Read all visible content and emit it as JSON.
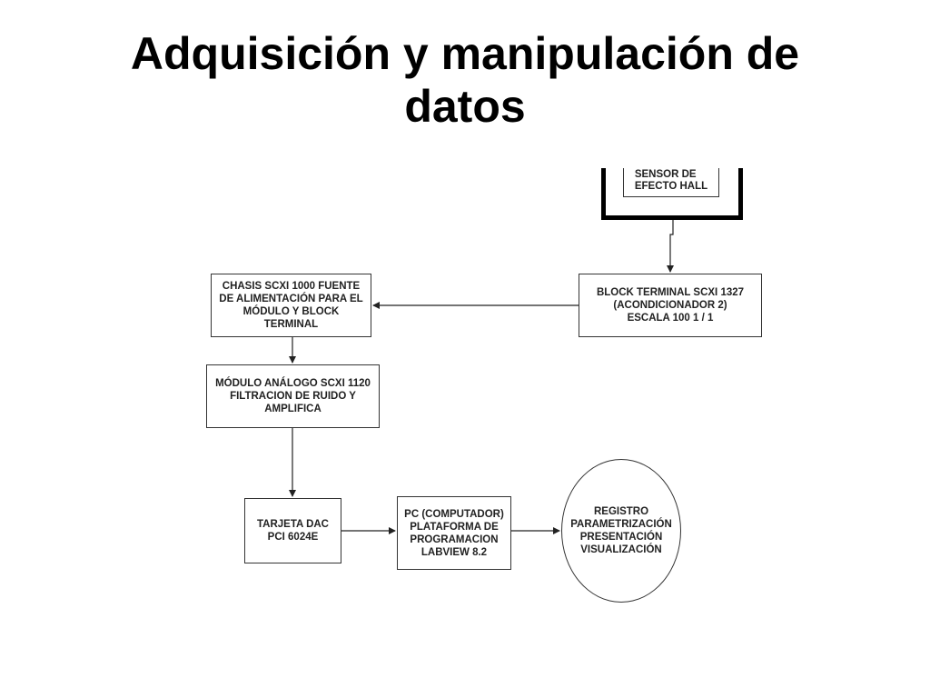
{
  "title": {
    "line1": "Adquisición y manipulación de",
    "line2": "datos"
  },
  "diagram": {
    "sensor": "SENSOR DE\nEFECTO HALL",
    "block_terminal": "BLOCK TERMINAL SCXI 1327\n(ACONDICIONADOR 2)\nESCALA 100 1 / 1",
    "chasis": "CHASIS SCXI 1000 FUENTE\nDE ALIMENTACIÓN PARA EL\nMÓDULO Y BLOCK TERMINAL",
    "modulo": "MÓDULO ANÁLOGO SCXI 1120\nFILTRACION DE RUIDO Y\nAMPLIFICA",
    "tarjeta": "TARJETA DAC\nPCI 6024E",
    "pc": "PC (COMPUTADOR)\nPLATAFORMA DE\nPROGRAMACION\nLABVIEW 8.2",
    "registro": "REGISTRO\nPARAMETRIZACIÓN\nPRESENTACIÓN\nVISUALIZACIÓN"
  }
}
